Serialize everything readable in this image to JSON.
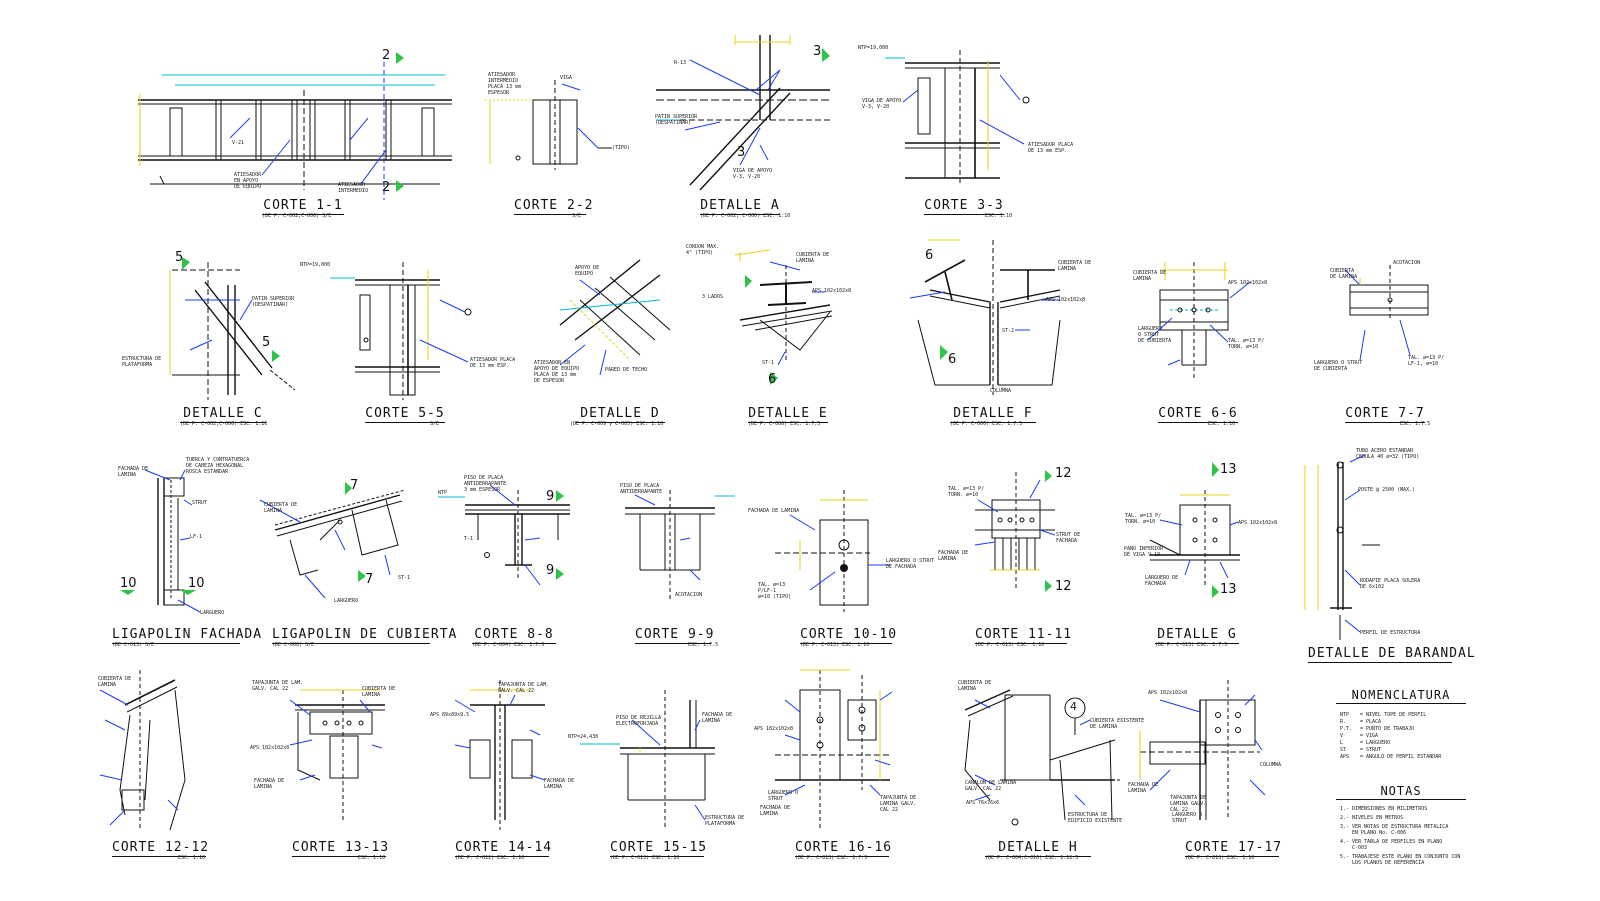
{
  "titles": {
    "corte_1_1": "CORTE 1-1",
    "corte_2_2": "CORTE 2-2",
    "detalle_a": "DETALLE A",
    "corte_3_3": "CORTE 3-3",
    "detalle_c": "DETALLE C",
    "corte_5_5": "CORTE 5-5",
    "detalle_d": "DETALLE D",
    "detalle_e": "DETALLE E",
    "detalle_f": "DETALLE F",
    "corte_6_6": "CORTE 6-6",
    "corte_7_7": "CORTE 7-7",
    "ligapolin_fachada": "LIGAPOLIN FACHADA",
    "ligapolin_cubierta": "LIGAPOLIN DE CUBIERTA",
    "corte_8_8": "CORTE 8-8",
    "corte_9_9": "CORTE 9-9",
    "corte_10_10": "CORTE 10-10",
    "corte_11_11": "CORTE 11-11",
    "detalle_g": "DETALLE G",
    "detalle_barandal": "DETALLE DE BARANDAL",
    "corte_12_12": "CORTE 12-12",
    "corte_13_13": "CORTE 13-13",
    "corte_14_14": "CORTE 14-14",
    "corte_15_15": "CORTE 15-15",
    "corte_16_16": "CORTE 16-16",
    "detalle_h": "DETALLE H",
    "corte_17_17": "CORTE 17-17"
  },
  "subtitles": {
    "corte_1_1": "(DE P. C-002,C-006)    S/E",
    "corte_2_2": "S/E",
    "detalle_a": "(DE P. C-002, C-006)  ESC. 1:10",
    "corte_3_3": "ESC. 1:10",
    "detalle_c": "(DE P. C-002,C-006)  ESC. 1:10",
    "corte_5_5": "S/E",
    "detalle_d": "(DE P. C-009 y C-005)  ESC. 1:10",
    "detalle_e": "(DE P. C-006)    ESC. 1:7.5",
    "detalle_f": "(DE P. C-006)    ESC. 1:7.5",
    "corte_6_6": "ESC. 1:10",
    "corte_7_7": "ESC. 1:7.5",
    "ligapolin_fachada": "(DE C-013)         S/E",
    "ligapolin_cubierta": "(DE C-006)         S/E",
    "corte_8_8": "(DE P. C-004)  ESC. 1:7.5",
    "corte_9_9": "ESC. 1:7.5",
    "corte_10_10": "(DE P. C-013)  ESC. 1:10",
    "corte_11_11": "(DE P. C-013)  ESC. 1:10",
    "detalle_g": "(DE P. C-013)  ESC. 1:7.5",
    "detalle_barandal": "",
    "corte_12_12": "ESC. 1:10",
    "corte_13_13": "ESC. 1:10",
    "corte_14_14": "(DE P. C-012)  ESC. 1:10",
    "corte_15_15": "(DE P. C-013)  ESC. 1:10",
    "corte_16_16": "(DE P. C-013)  ESC. 1:7.5",
    "detalle_h": "(DE P. C-004,C-010)  ESC. 1:12.5",
    "corte_17_17": "(DE P. C-013)  ESC. 1:10"
  },
  "section_marks": {
    "m2a": "2",
    "m2b": "2",
    "m3a": "3",
    "m3b": "3",
    "m5a": "5",
    "m5b": "5",
    "m6a": "6",
    "m6b": "6",
    "m6c": "6",
    "m7a": "7",
    "m7b": "7",
    "m9a": "9",
    "m9b": "9",
    "m10a": "10",
    "m10b": "10",
    "m12a": "12",
    "m12b": "12",
    "m13a": "13",
    "m13b": "13",
    "m4": "4"
  },
  "labels": {
    "l1": "ATIESADOR\nEN APOYO\nDE EQUIPO",
    "l2": "ATIESADOR\nINTERMEDIO",
    "l3": "V-21",
    "l4": "ATIESADOR\nINTERMEDIO\nPLACA 13 mm\nESPESOR",
    "l5": "VIGA",
    "l6": "(TIPO)",
    "l7": "PATIN SUPERIOR\n(DESPATINAR)",
    "l8": "VIGA DE APOYO\nV-3, V-20",
    "l9": "R-13",
    "l10": "NTP=19,000",
    "l11": "VIGA DE APOYO\nV-3, V-20",
    "l12": "ATIESADOR PLACA\nDE 13 mm ESP.",
    "l13": "PATIN SUPERIOR\n(DESPATINAR)",
    "l14": "ESTRUCTURA DE\nPLATAFORMA",
    "l15": "NTP=19,000",
    "l16": "ATIESADOR PLACA\nDE 13 mm ESP.",
    "l17": "APOYO DE\nEQUIPO",
    "l18": "ATIESADOR EN\nAPOYO DE EQUIPO\nPLACA DE 13 mm\nDE ESPESOR",
    "l19": "PARED DE TECHO",
    "l20": "CORDON MAX.\n4\" (TIPO)",
    "l21": "CUBIERTA DE\nLAMINA",
    "l22": "APS 102x102x8",
    "l23": "3 LADOS",
    "l24": "ST-1",
    "l25": "CUBIERTA DE\nLAMINA",
    "l26": "APS 102x102x8",
    "l27": "ST-2",
    "l28": "COLUMNA",
    "l29": "CUBIERTA DE\nLAMINA",
    "l30": "APS 102x102x8",
    "l31": "LARGUERO\nO STRUT\nDE CUBIERTA",
    "l32": "TAL. ø=13 P/\nTORN. ø=10",
    "l33": "ACOTACION",
    "l34": "CUBIERTA\nDE LAMINA",
    "l35": "LARGUERO O STRUT\nDE CUBIERTA",
    "l36": "TAL. ø=13 P/\nLF-1, ø=10",
    "l37": "TUERCA Y CONTRATUERCA\nDE CABEZA HEXAGONAL\nROSCA ESTANDAR",
    "l38": "FACHADA DE\nLAMINA",
    "l39": "STRUT",
    "l40": "LF-1",
    "l41": "LARGUERO",
    "l42": "CUBIERTA DE\nLAMINA",
    "l43": "ST-1",
    "l44": "LARGUERO",
    "l45": "PISO DE PLACA\nANTIDERRAPANTE\n3 mm ESPESOR",
    "l46": "NTP",
    "l47": "T-1",
    "l48": "PISO DE PLACA\nANTIDERRAPANTE",
    "l49": "ACOTACION",
    "l50": "FACHADA DE LAMINA",
    "l51": "LARGUERO O STRUT\nDE FACHADA",
    "l52": "TAL. ø=13\nP/LF-1\nø=10 (TIPO)",
    "l53": "TAL. ø=13 P/\nTORN. ø=10",
    "l54": "STRUT DE\nFACHADA",
    "l55": "FACHADA DE\nLAMINA",
    "l56": "TAL. ø=13 P/\nTORN. ø=10",
    "l57": "APS 102x102x8",
    "l58": "PAÑO INFERIOR\nDE VIGA V-19",
    "l59": "LARGUERO DE\nFACHADA",
    "l60": "TUBO ACERO ESTANDAR\nCEDULA 40 ø=32 (TIPO)",
    "l61": "POSTE @ 2500 (MAX.)",
    "l62": "RODAPIE PLACA SOLERA\nDE 6x102",
    "l63": "PERFIL DE ESTRUCTURA",
    "l64": "CUBIERTA DE\nLAMINA",
    "l65": "TAPAJUNTA DE LAM.\nGALV. CAL 22",
    "l66": "CUBIERTA DE\nLAMINA",
    "l67": "APS 102x102x8",
    "l68": "FACHADA DE\nLAMINA",
    "l69": "TAPAJUNTA DE LAM.\nGALV. CAL 22",
    "l70": "APS 89x89x9.5",
    "l71": "FACHADA DE\nLAMINA",
    "l72": "PISO DE REJILLA\nELECTROFORJADA",
    "l73": "NTP=24,430",
    "l74": "FACHADA DE\nLAMINA",
    "l75": "ESTRUCTURA DE\nPLATAFORMA",
    "l76": "APS 102x102x8",
    "l77": "TAPAJUNTA DE\nLAMINA GALV.\nCAL 22",
    "l78": "LARGUERO O\nSTRUT",
    "l79": "FACHADA DE\nLAMINA",
    "l80": "CUBIERTA DE\nLAMINA",
    "l81": "CANALON DE LAMINA\nGALV. CAL 22",
    "l82": "CUBIERTA EXISTENTE\nDE LAMINA",
    "l83": "ESTRUCTURA DE\nEDIFICIO EXISTENTE",
    "l84": "APS 76x76x6",
    "l85": "APS 102x102x8",
    "l86": "TAPAJUNTA DE\nLAMINA GALV.\nCAL 22",
    "l87": "FACHADA DE\nLAMINA",
    "l88": "LARGUERO O\nSTRUT",
    "l89": "COLUMNA"
  },
  "nomenclatura": {
    "title": "NOMENCLATURA",
    "rows": [
      {
        "k": "NTP",
        "v": "= NIVEL TOPE DE PERFIL"
      },
      {
        "k": "R.",
        "v": "= PLACA"
      },
      {
        "k": "P.T.",
        "v": "= PUNTO DE TRABAJO"
      },
      {
        "k": "V",
        "v": "= VIGA"
      },
      {
        "k": "L",
        "v": "= LARGUERO"
      },
      {
        "k": "ST",
        "v": "= STRUT"
      },
      {
        "k": "APS",
        "v": "= ANGULO DE PERFIL ESTANDAR"
      }
    ]
  },
  "notas": {
    "title": "NOTAS",
    "rows": [
      {
        "k": "1.-",
        "v": "DIMENSIONES EN MILIMETROS"
      },
      {
        "k": "2.-",
        "v": "NIVELES EN METROS"
      },
      {
        "k": "3.-",
        "v": "VER NOTAS DE ESTRUCTURA METALICA\nEN PLANO No. C-006"
      },
      {
        "k": "4.-",
        "v": "VER TABLA DE PERFILES EN PLANO\nC-003"
      },
      {
        "k": "5.-",
        "v": "TRABAJESE ESTE PLANO EN CONJUNTO CON\nLOS PLANOS DE REFERENCIA"
      }
    ]
  },
  "colors": {
    "line": "#111111",
    "cyan": "#00b8d0",
    "yellow": "#e8d21a",
    "blue": "#1a3cf0",
    "flag": "#2ec44a"
  }
}
